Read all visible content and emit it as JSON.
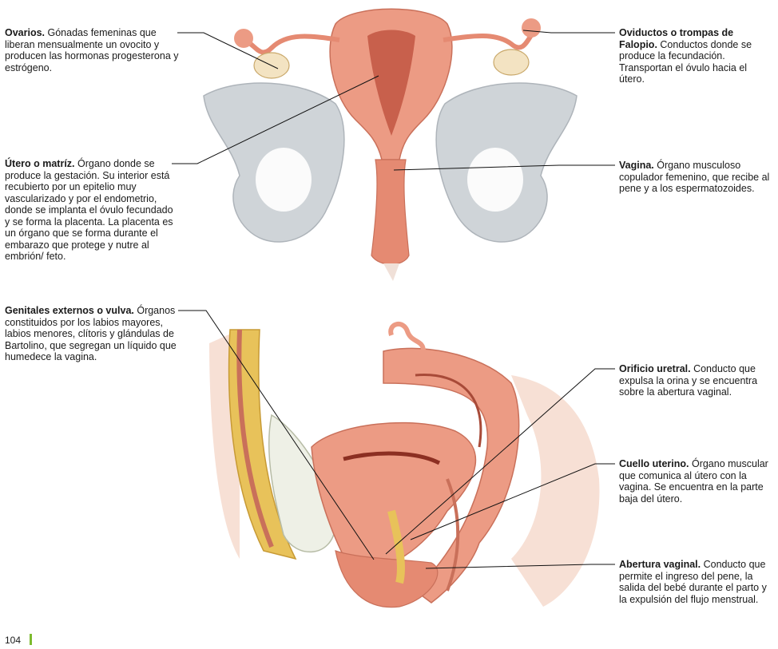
{
  "labels": {
    "ovarios": {
      "term": "Ovarios.",
      "text": " Gónadas femeninas que liberan mensualmente un ovocito y producen las hormonas progesterona y estrógeno."
    },
    "oviductos": {
      "term": "Oviductos o trompas de Falopio.",
      "text": " Conductos donde se produce la fecundación. Transportan el óvulo hacia el útero."
    },
    "utero": {
      "term": "Útero o matríz.",
      "text": " Órgano donde se produce la gestación. Su interior está recubierto por un epitelio muy vascularizado y por el endometrio, donde se implanta el óvulo fecundado y se forma la placenta. La placenta es un órgano que se forma durante el embarazo que protege y nutre al embrión/ feto."
    },
    "vagina": {
      "term": "Vagina.",
      "text": " Órgano musculoso copulador femenino, que recibe al pene y a los espermatozoides."
    },
    "orificio_uretral": {
      "term": "Orificio uretral.",
      "text": " Conducto que expulsa la orina y se encuentra sobre la abertura vaginal."
    },
    "genitales_externos": {
      "term": "Genitales externos o vulva.",
      "text": " Órganos constituidos por los labios mayores, labios menores, clítoris y glándulas de Bartolino, que segregan un líquido que humedece la vagina."
    },
    "cuello_uterino": {
      "term": "Cuello uterino.",
      "text": " Órgano muscular que comunica al útero con la vagina. Se encuentra en la parte baja del útero."
    },
    "abertura_vaginal": {
      "term": "Abertura vaginal.",
      "text": " Conducto que permite el ingreso del pene, la salida del bebé durante el parto y la expulsión del flujo menstrual."
    }
  },
  "page_number": "104",
  "colors": {
    "accent": "#7dbb2f",
    "tissue": "#e8907a",
    "bone": "#c9ced3",
    "fat": "#e8c25a"
  }
}
